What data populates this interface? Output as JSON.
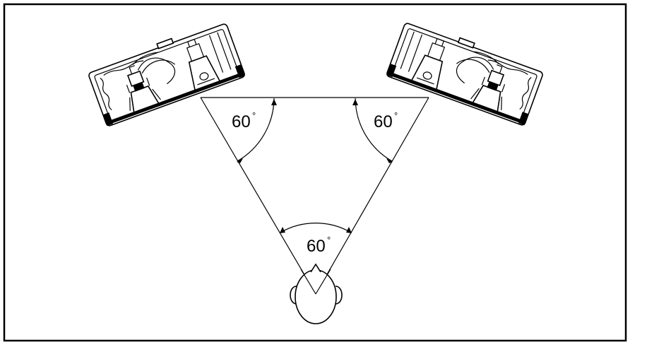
{
  "diagram": {
    "angles": {
      "left": {
        "value": "60",
        "unit": "°"
      },
      "right": {
        "value": "60",
        "unit": "°"
      },
      "bottom": {
        "value": "60",
        "unit": "°"
      }
    }
  }
}
